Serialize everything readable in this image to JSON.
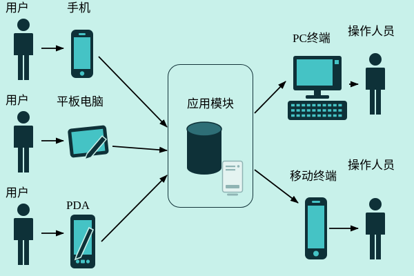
{
  "colors": {
    "background": "#c8f1ea",
    "icon": "#0e3138",
    "screen": "#45c3c5",
    "cylinder_top": "#2e6e76",
    "server_body": "#e4f3f1",
    "server_detail": "#8fb4b4",
    "arrow": "#000000",
    "module_border": "#13343a",
    "label_text": "#000000"
  },
  "labels": {
    "user": "用户",
    "phone": "手机",
    "tablet": "平板电脑",
    "pda": "PDA",
    "app_module": "应用模块",
    "pc_terminal": "PC终端",
    "mobile_terminal": "移动终端",
    "operator": "操作人员"
  },
  "edges": [
    {
      "from": "user-1",
      "to": "phone"
    },
    {
      "from": "user-2",
      "to": "tablet"
    },
    {
      "from": "user-3",
      "to": "pda"
    },
    {
      "from": "phone",
      "to": "app-module"
    },
    {
      "from": "tablet",
      "to": "app-module"
    },
    {
      "from": "pda",
      "to": "app-module"
    },
    {
      "from": "app-module",
      "to": "pc-terminal"
    },
    {
      "from": "app-module",
      "to": "mobile-terminal"
    },
    {
      "from": "pc-terminal",
      "to": "operator-1"
    },
    {
      "from": "mobile-terminal",
      "to": "operator-2"
    }
  ]
}
